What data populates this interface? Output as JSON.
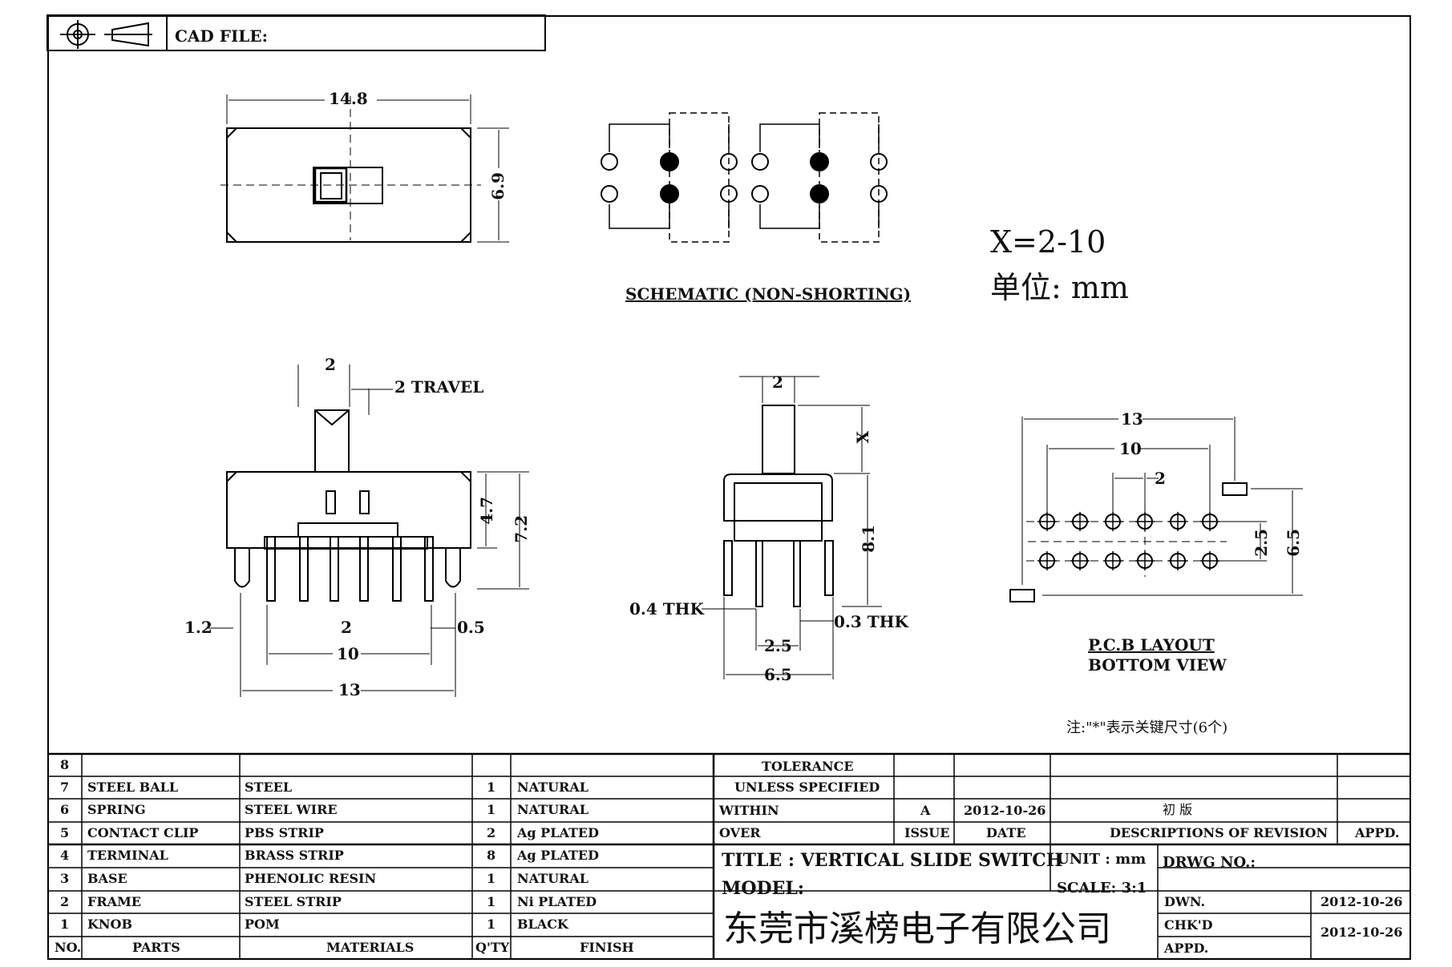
{
  "header": {
    "cad_file_label": "CAD FILE:"
  },
  "top_view": {
    "width": "14.8",
    "height": "6.9"
  },
  "schematic": {
    "label": "SCHEMATIC (NON-SHORTING)"
  },
  "notes": {
    "x_range": "X=2-10",
    "unit_line": "单位: mm",
    "key_note": "注:\"*\"表示关键尺寸(6个)"
  },
  "front_view": {
    "knob_width": "2",
    "travel": "2 TRAVEL",
    "h_47": "4.7",
    "h_72": "7.2",
    "left_12": "1.2",
    "pitch_2": "2",
    "right_05": "0.5",
    "span_10": "10",
    "span_13": "13"
  },
  "side_view": {
    "knob_width": "2",
    "x_label": "X",
    "h_81": "8.1",
    "thk_04": "0.4 THK",
    "thk_03": "0.3 THK",
    "span_25": "2.5",
    "span_65": "6.5"
  },
  "pcb": {
    "w13": "13",
    "w10": "10",
    "p2": "2",
    "h25": "2.5",
    "h65": "6.5",
    "title": "P.C.B LAYOUT",
    "subtitle": "BOTTOM VIEW"
  },
  "bom": {
    "rows": [
      {
        "no": "8",
        "part": "",
        "material": "",
        "qty": "",
        "finish": ""
      },
      {
        "no": "7",
        "part": "STEEL BALL",
        "material": "STEEL",
        "qty": "1",
        "finish": "NATURAL"
      },
      {
        "no": "6",
        "part": "SPRING",
        "material": "STEEL WIRE",
        "qty": "1",
        "finish": "NATURAL"
      },
      {
        "no": "5",
        "part": "CONTACT CLIP",
        "material": "PBS STRIP",
        "qty": "2",
        "finish": "Ag PLATED"
      },
      {
        "no": "4",
        "part": "TERMINAL",
        "material": "BRASS STRIP",
        "qty": "8",
        "finish": "Ag PLATED"
      },
      {
        "no": "3",
        "part": "BASE",
        "material": "PHENOLIC RESIN",
        "qty": "1",
        "finish": "NATURAL"
      },
      {
        "no": "2",
        "part": "FRAME",
        "material": "STEEL STRIP",
        "qty": "1",
        "finish": "Ni PLATED"
      },
      {
        "no": "1",
        "part": "KNOB",
        "material": "POM",
        "qty": "1",
        "finish": "BLACK"
      }
    ],
    "headers": {
      "no": "NO.",
      "parts": "PARTS",
      "materials": "MATERIALS",
      "qty": "Q'TY",
      "finish": "FINISH"
    }
  },
  "revision": {
    "tolerance": "TOLERANCE",
    "unless": "UNLESS  SPECIFIED",
    "within": "WITHIN",
    "over": "OVER",
    "rev": "A",
    "date": "2012-10-26",
    "desc": "初 版",
    "issue_hdr": "ISSUE",
    "date_hdr": "DATE",
    "desc_hdr": "DESCRIPTIONS OF REVISION",
    "appd_hdr": "APPD."
  },
  "title_block": {
    "title": "TITLE :  VERTICAL SLIDE SWITCH",
    "unit": "UNIT :  mm",
    "drwg": "DRWG NO.:",
    "model": "MODEL:",
    "scale": "SCALE:  3:1",
    "dwn": "DWN.",
    "dwn_date": "2012-10-26",
    "chkd": "CHK'D",
    "chkd_date": "2012-10-26",
    "appd": "APPD.",
    "company": "东莞市溪榜电子有限公司"
  }
}
